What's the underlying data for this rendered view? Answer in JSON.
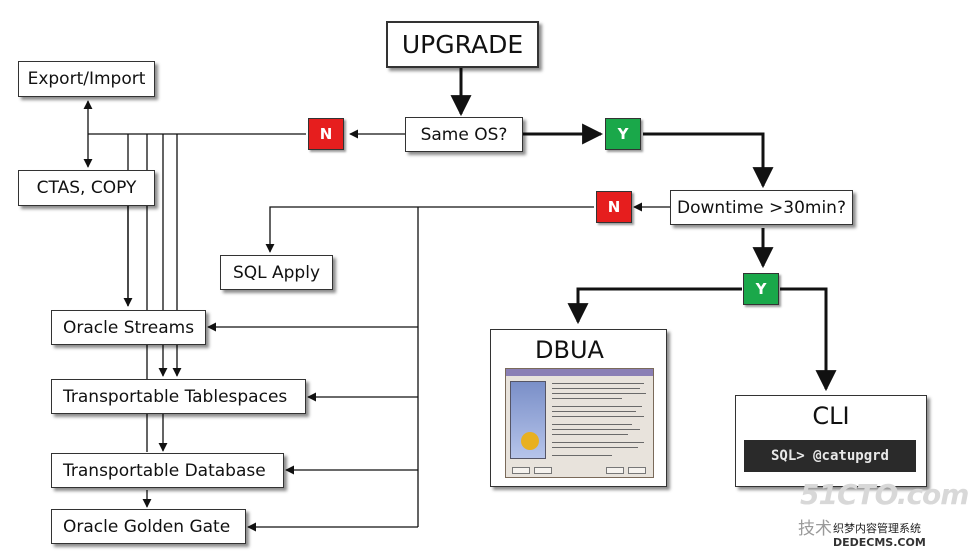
{
  "nodes": {
    "upgrade": "UPGRADE",
    "same_os": "Same OS?",
    "downtime": "Downtime >30min?",
    "export_import": "Export/Import",
    "ctas_copy": "CTAS, COPY",
    "sql_apply": "SQL Apply",
    "oracle_streams": "Oracle Streams",
    "transportable_tablespaces": "Transportable Tablespaces",
    "transportable_database": "Transportable Database",
    "oracle_golden_gate": "Oracle Golden Gate",
    "dbua": "DBUA",
    "cli": "CLI",
    "cli_command": "SQL> @catupgrd"
  },
  "badges": {
    "no": "N",
    "yes": "Y"
  },
  "colors": {
    "no_badge": "#e61e1e",
    "yes_badge": "#1aa84a",
    "line": "#111111"
  },
  "watermark": {
    "site": "51CTO.com",
    "tagline": "技术",
    "site_cn": "织梦内容管理系统",
    "site_url": "DEDECMS.COM"
  }
}
